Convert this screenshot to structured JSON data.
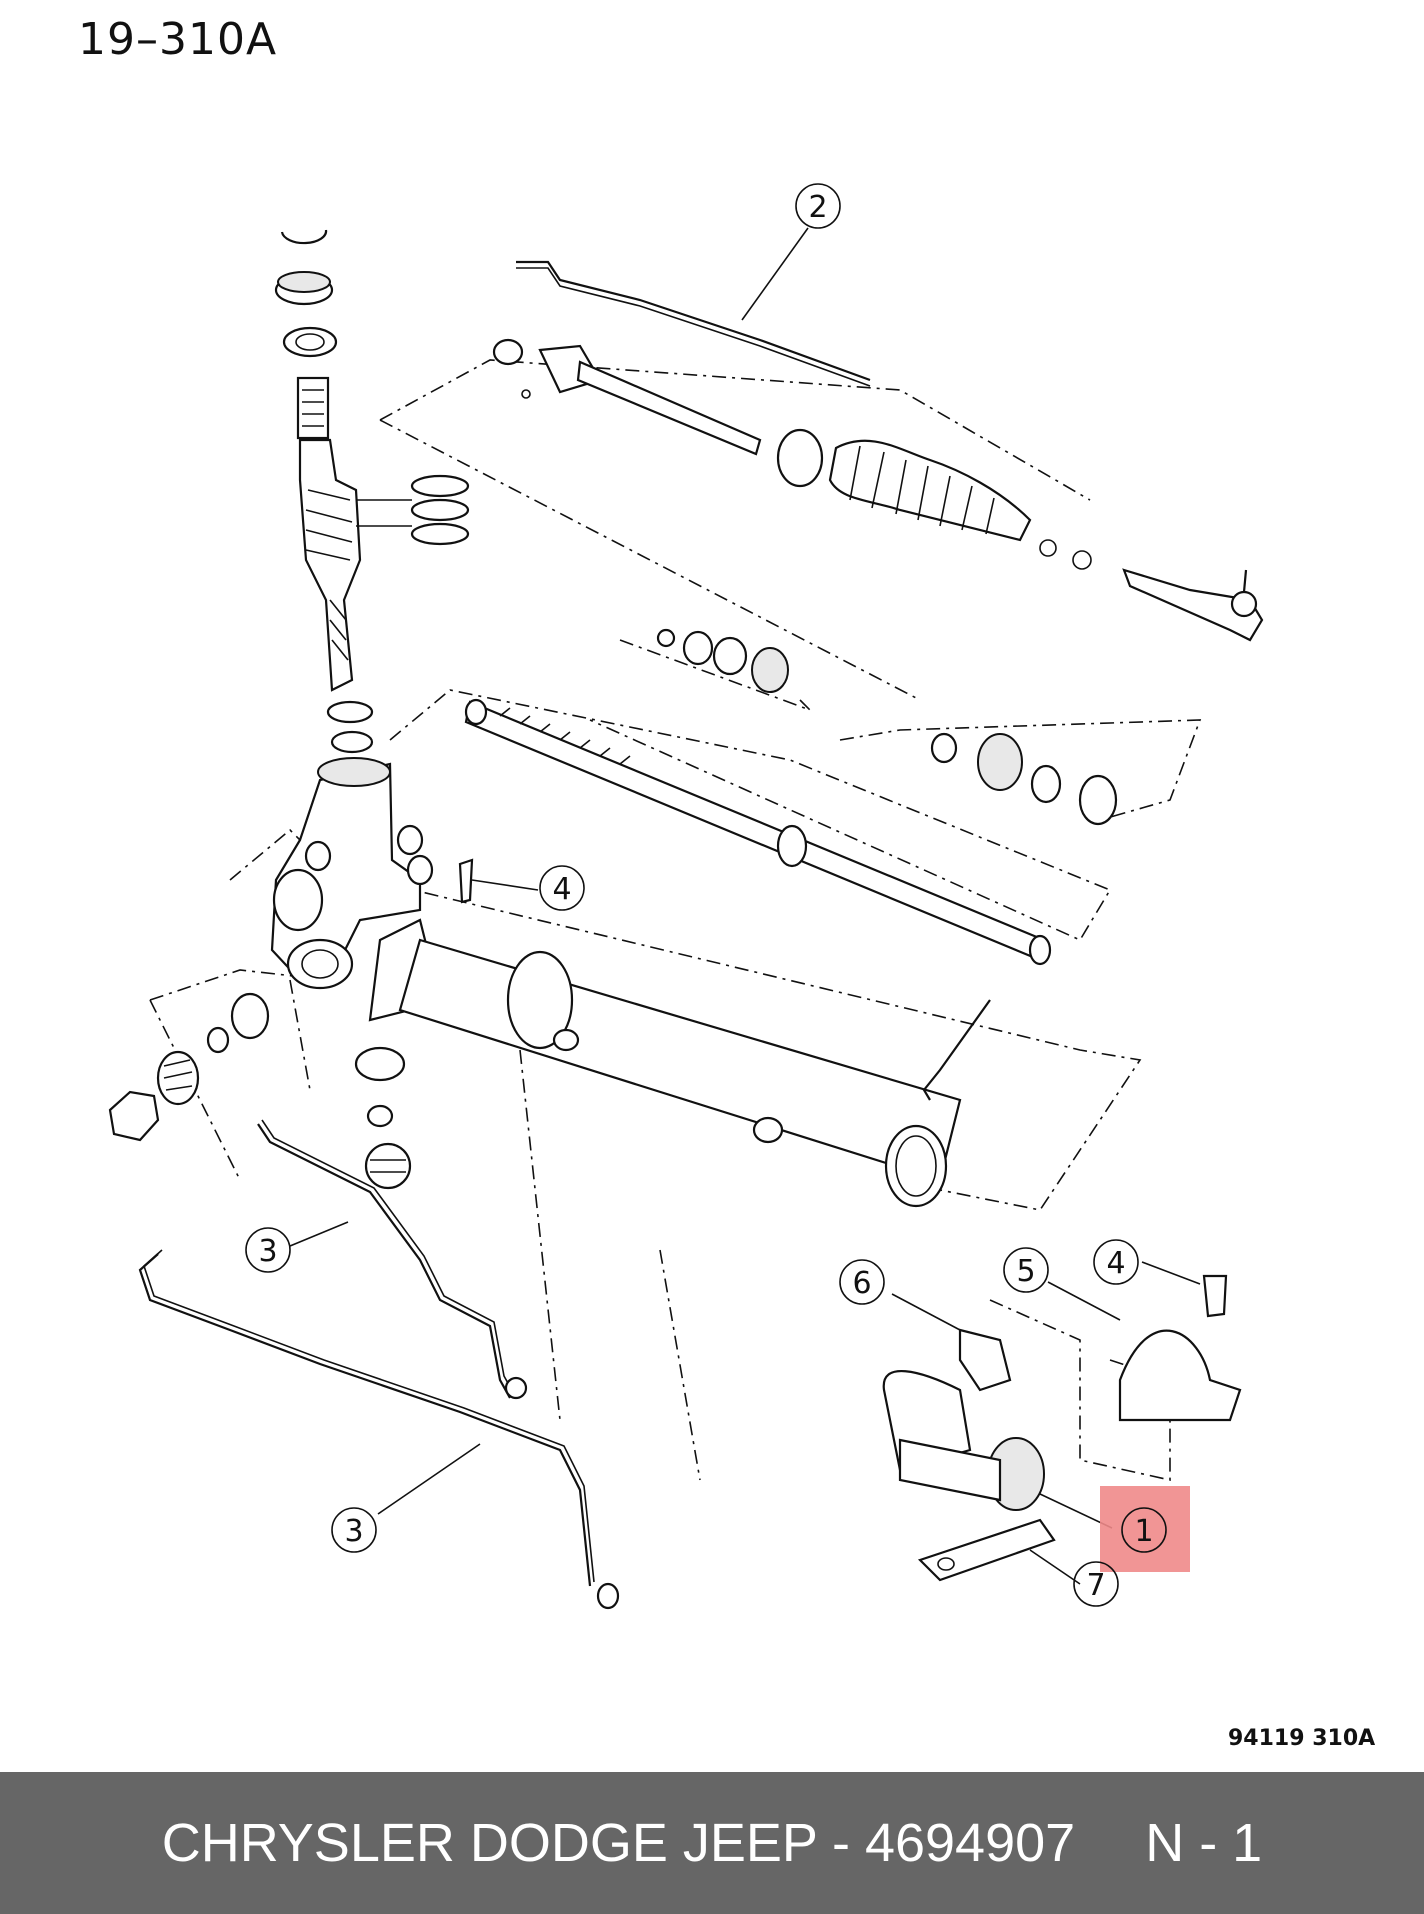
{
  "diagram": {
    "title": "19–310A",
    "figure_code": "94119  310A",
    "callouts": [
      "1",
      "2",
      "3",
      "3",
      "4",
      "4",
      "5",
      "6",
      "7"
    ],
    "highlighted_callout": "1",
    "highlight_color": "#f08a8a"
  },
  "footer": {
    "text": "CHRYSLER DODGE JEEP - 4694907",
    "quantity": "N - 1",
    "background_color": "#666666"
  }
}
